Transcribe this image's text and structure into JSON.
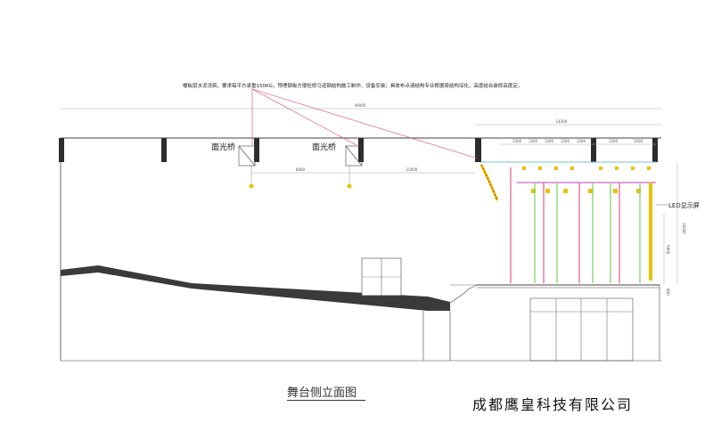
{
  "drawing": {
    "note": "楼板层水泥浇筑，要求每平方承重150KG，预埋钢板方便检修马道钢结构施工制作、设备安装；具体布点请结构专业根据梁结构深化，高度结合装修高度定。",
    "title": "舞台侧立面图",
    "company": "成都鹰皇科技有限公司",
    "labels": {
      "face_light_bridge_1": "面光桥",
      "face_light_bridge_2": "面光桥",
      "led_screen": "LED显示屏"
    },
    "dimensions": {
      "overall_width": "49095",
      "stage_width": "14300",
      "span_1": "8000",
      "span_2": "15000",
      "grid_1": "1200",
      "grid_2": "1200",
      "grid_3": "1200",
      "grid_4": "1200",
      "grid_5": "1200",
      "grid_6": "1200",
      "grid_7": "1200",
      "height_1": "10000",
      "height_2": "5800",
      "height_3": "800"
    }
  }
}
